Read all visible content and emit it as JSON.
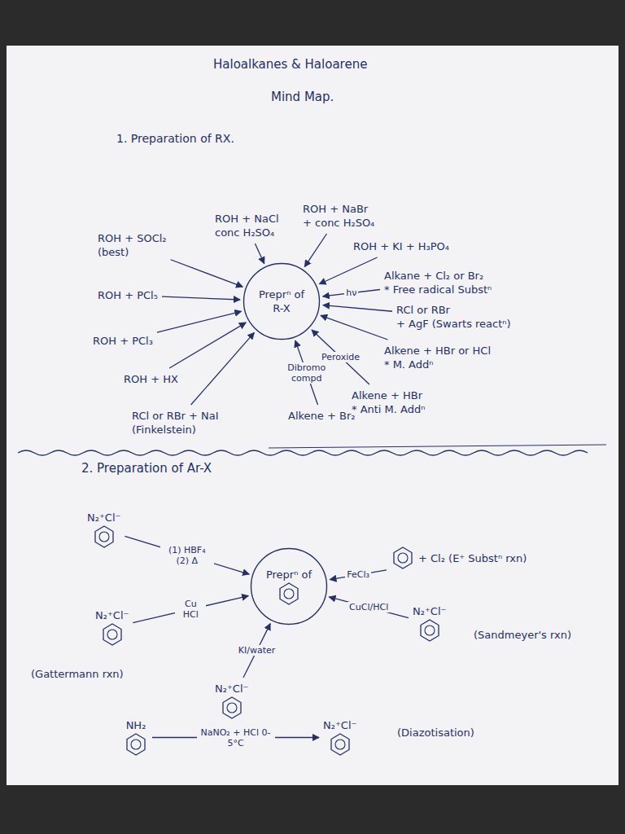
{
  "diagram": {
    "title": "Haloalkanes & Haloarene",
    "nodes": [
      {
        "text": [
          "Preprⁿ of R-X"
        ]
      },
      {
        "text": [
          "ROH + NaCl",
          "conc H₂SO₄"
        ]
      },
      {
        "text": [
          "ROH + NaBr",
          "+ conc H₂SO₄"
        ]
      },
      {
        "text": [
          "ROH + SOCl₂",
          "(best)"
        ]
      },
      {
        "text": [
          "ROH + KI + H₃PO₄"
        ]
      },
      {
        "text": [
          "Alkane + Cl₂ or Br₂",
          "* Free radical Substⁿ"
        ]
      },
      {
        "text": [
          "ROH + PCl₅"
        ]
      },
      {
        "text": [
          "RCl or RBr",
          "+ AgF (Swarts reactⁿ)"
        ]
      },
      {
        "text": [
          "ROH + PCl₃"
        ]
      },
      {
        "text": [
          "Alkene + HBr or HCl",
          "* M. Addⁿ"
        ]
      },
      {
        "text": [
          "ROH + HX"
        ]
      },
      {
        "text": [
          "Alkene + HBr",
          "* Anti M. Addⁿ"
        ]
      },
      {
        "text": [
          "Alkene + Br₂"
        ]
      },
      {
        "text": [
          "RCl or RBr + NaI",
          "(Finkelstein)"
        ]
      },
      {
        "text": [
          "Preprⁿ of"
        ]
      },
      {
        "text": [
          "N₂⁺Cl⁻"
        ]
      },
      {
        "text": [
          "+ Cl₂ (E⁺ Substⁿ rxn)"
        ]
      },
      {
        "text": [
          "N₂⁺Cl⁻"
        ]
      },
      {
        "text": [
          "N₂⁺Cl⁻"
        ]
      },
      {
        "text": [
          "N₂⁺Cl⁻"
        ]
      },
      {
        "text": [
          "NH₂"
        ]
      },
      {
        "text": [
          "N₂⁺Cl⁻"
        ]
      }
    ],
    "edges": [
      {
        "from": 1,
        "to": 0,
        "arrow": "to"
      },
      {
        "from": 2,
        "to": 0,
        "arrow": "to"
      },
      {
        "from": 3,
        "to": 0,
        "arrow": "to"
      },
      {
        "from": 4,
        "to": 0,
        "arrow": "to"
      },
      {
        "from": 5,
        "to": 0,
        "label": "hν",
        "arrow": "to"
      },
      {
        "from": 6,
        "to": 0,
        "arrow": "to"
      },
      {
        "from": 7,
        "to": 0,
        "arrow": "to"
      },
      {
        "from": 8,
        "to": 0,
        "arrow": "to"
      },
      {
        "from": 9,
        "to": 0,
        "arrow": "to"
      },
      {
        "from": 10,
        "to": 0,
        "arrow": "to"
      },
      {
        "from": 11,
        "to": 0,
        "label": "Peroxide",
        "arrow": "to"
      },
      {
        "from": 12,
        "to": 0,
        "label": "Dibromo compd",
        "arrow": "to"
      },
      {
        "from": 13,
        "to": 0,
        "arrow": "to"
      },
      {
        "from": 15,
        "to": 14,
        "label": "(1) HBF₄ (2) Δ",
        "arrow": "to"
      },
      {
        "from": 16,
        "to": 14,
        "label": "FeCl₃",
        "arrow": "to"
      },
      {
        "from": 17,
        "to": 14,
        "label": "Cu HCl",
        "arrow": "to"
      },
      {
        "from": 18,
        "to": 14,
        "label": "CuCl/HCl",
        "arrow": "to"
      },
      {
        "from": 19,
        "to": 14,
        "label": "KI/water",
        "arrow": "to"
      },
      {
        "from": 20,
        "to": 21,
        "label": "NaNO₂ + HCl 0-5°C",
        "arrow": "to"
      }
    ],
    "labels": [
      "Mind Map.",
      "1. Preparation of RX.",
      "2. Preparation of Ar-X",
      "(Gattermann rxn)",
      "(Sandmeyer's rxn)",
      "(Diazotisation)"
    ]
  }
}
